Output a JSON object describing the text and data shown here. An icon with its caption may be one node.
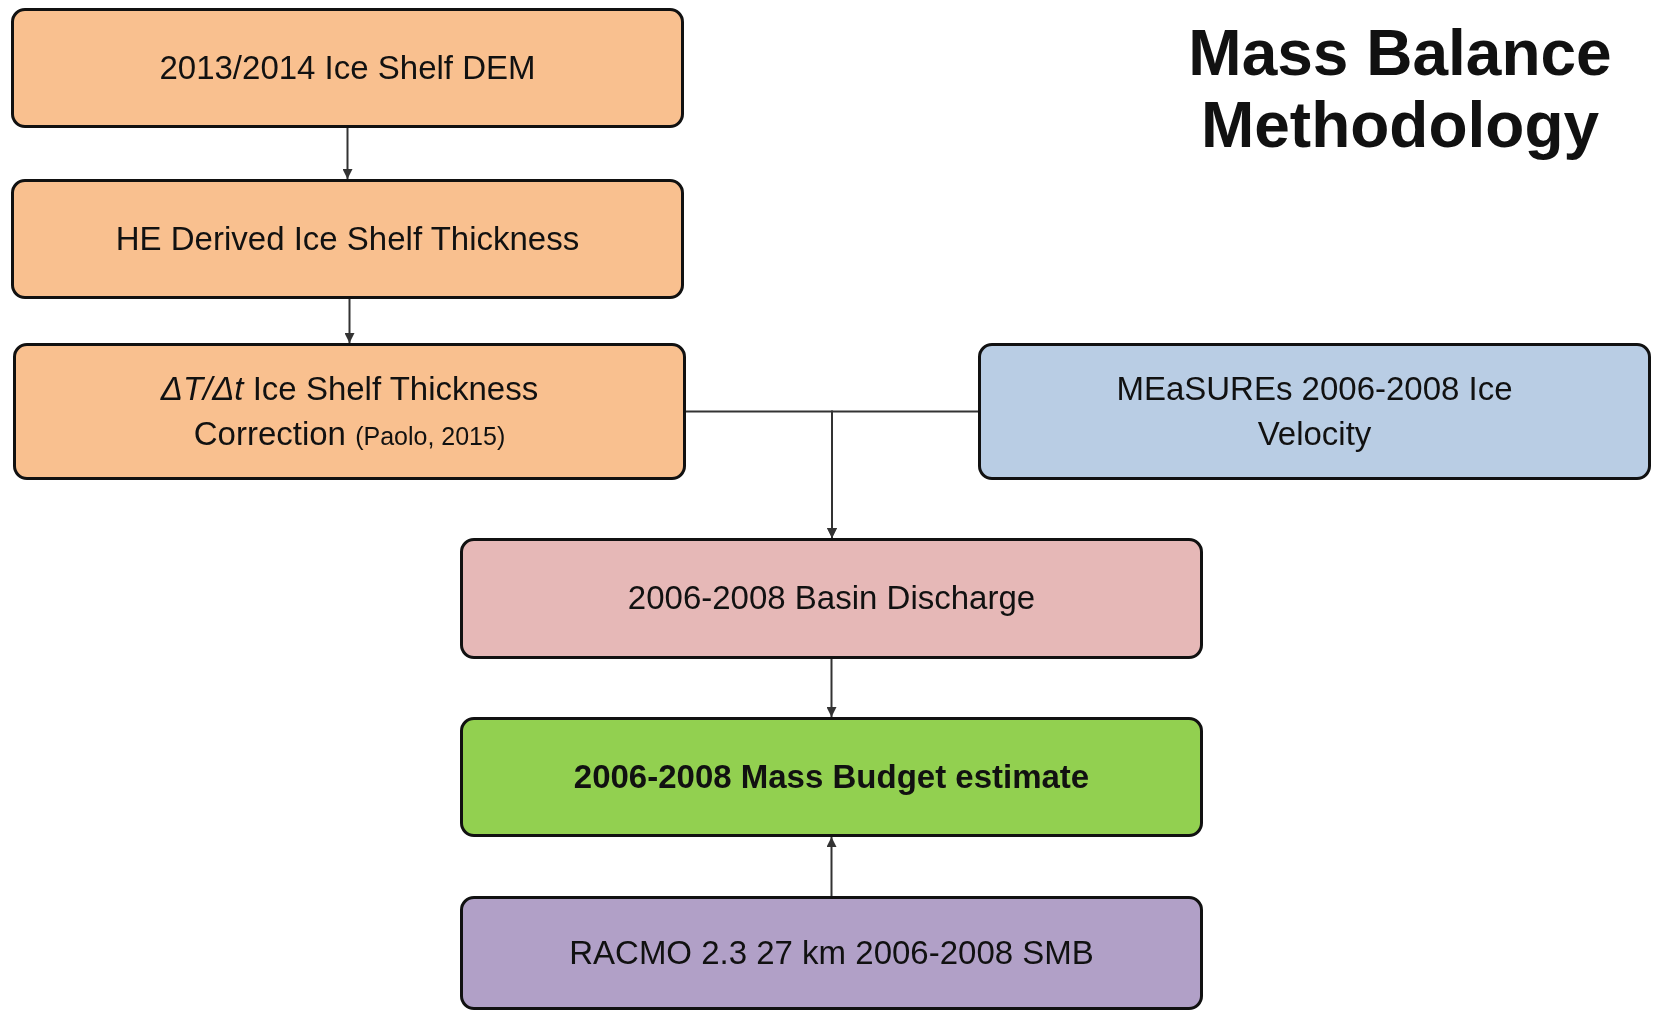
{
  "diagram": {
    "title": "Mass Balance Methodology",
    "nodes": [
      {
        "text": [
          "2013/2014 Ice Shelf DEM"
        ]
      },
      {
        "text": [
          "HE Derived Ice Shelf Thickness"
        ]
      },
      {
        "text": [
          "*ΔT/Δt* Ice Shelf Thickness Correction",
          "(Paolo, 2015)"
        ]
      },
      {
        "text": [
          "MEaSUREs 2006-2008 Ice Velocity"
        ]
      },
      {
        "text": [
          "2006-2008 Basin Discharge"
        ]
      },
      {
        "text": [
          "2006-2008 Mass Budget estimate"
        ]
      },
      {
        "text": [
          "RACMO 2.3 27 km 2006-2008 SMB"
        ]
      }
    ],
    "edges": [
      {
        "from": 0,
        "to": 1,
        "arrow": "to"
      },
      {
        "from": 1,
        "to": 2,
        "arrow": "to"
      },
      {
        "from": 2,
        "to": 4,
        "arrow": "to"
      },
      {
        "from": 3,
        "to": 4,
        "arrow": "to"
      },
      {
        "from": 4,
        "to": 5,
        "arrow": "to"
      },
      {
        "from": 6,
        "to": 5,
        "arrow": "to"
      }
    ]
  }
}
